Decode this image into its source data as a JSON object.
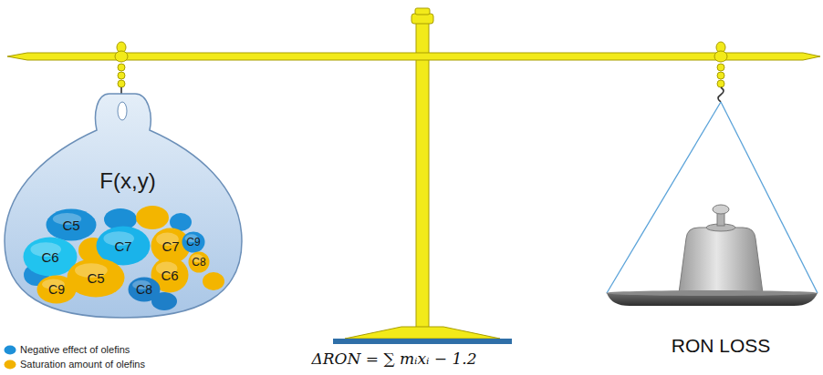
{
  "diagram": {
    "nodes": [
      {
        "text": [
          "F(x,y)"
        ]
      },
      {
        "text": [
          "C5"
        ],
        "in": 0
      },
      {
        "text": [
          "C6"
        ],
        "in": 0
      },
      {
        "text": [
          "C7"
        ],
        "in": 0
      },
      {
        "text": [
          "C7"
        ],
        "in": 0
      },
      {
        "text": [
          "C9"
        ],
        "in": 0
      },
      {
        "text": [
          "C8"
        ],
        "in": 0
      },
      {
        "text": [
          "C6"
        ],
        "in": 0
      },
      {
        "text": [
          "C5"
        ],
        "in": 0
      },
      {
        "text": [
          "C9"
        ],
        "in": 0
      },
      {
        "text": [
          "C8"
        ],
        "in": 0
      }
    ],
    "labels": [
      "ΔRON = ∑ mᵢxᵢ − 1.2",
      "RON LOSS"
    ],
    "legend": [
      {
        "text": "Negative effect of olefins",
        "color": "#1e90d8"
      },
      {
        "text": "Saturation amount of olefins",
        "color": "#f2b200"
      }
    ]
  }
}
